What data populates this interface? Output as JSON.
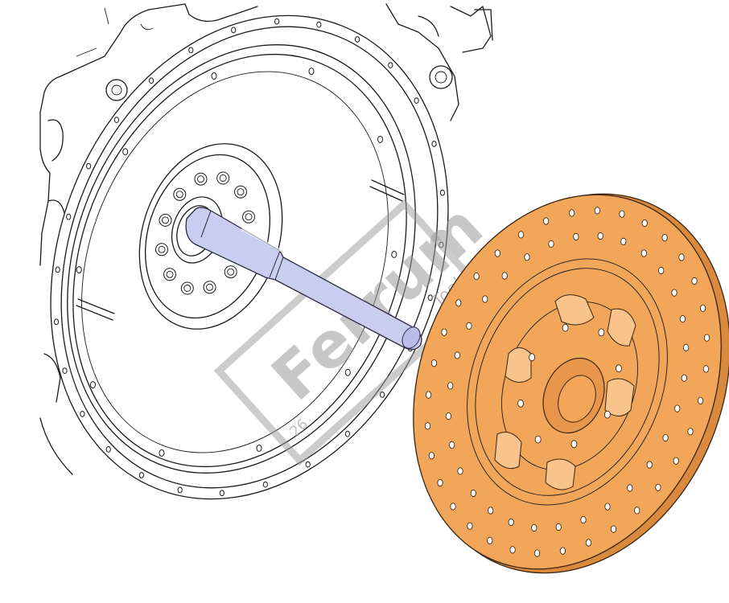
{
  "watermark": {
    "brand": "Ferrum",
    "sub": "Tools",
    "code": "26"
  },
  "colors": {
    "disc_fill": "#f2a65a",
    "disc_stroke": "#3a2410",
    "shaft_fill": "#c9cdf0",
    "shaft_stroke": "#2a2a40",
    "line": "#1a1a1a",
    "watermark": "#9a9a9a"
  },
  "parts": {
    "engine_block": "engine-housing",
    "flywheel": "flywheel",
    "alignment_tool": "clutch-alignment-shaft",
    "clutch_disc": "clutch-disc"
  }
}
